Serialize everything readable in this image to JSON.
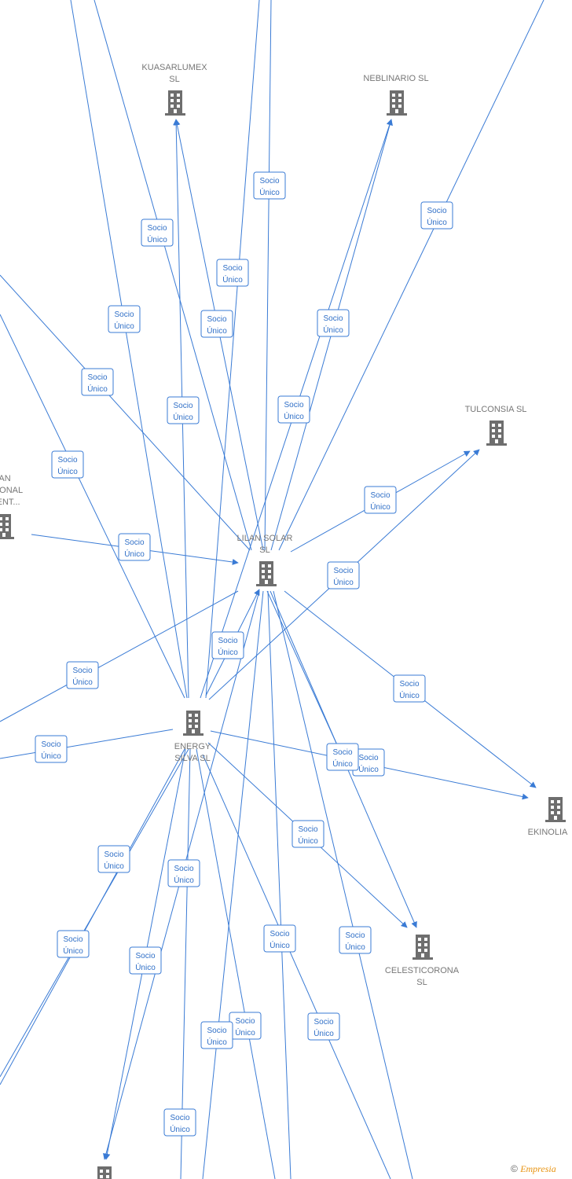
{
  "nodes": [
    {
      "id": "lilan",
      "label": [
        "LILAN SOLAR",
        "SL"
      ]
    },
    {
      "id": "energy",
      "label": [
        "ENERGY",
        "SILVA SL"
      ]
    },
    {
      "id": "kuasar",
      "label": [
        "KUASARLUMEX",
        "SL"
      ]
    },
    {
      "id": "neblin",
      "label": [
        "NEBLINARIO SL"
      ]
    },
    {
      "id": "tulcon",
      "label": [
        "TULCONSIA SL"
      ]
    },
    {
      "id": "ekinolia",
      "label": [
        "EKINOLIA"
      ]
    },
    {
      "id": "celesti",
      "label": [
        "CELESTICORONA",
        "SL"
      ]
    },
    {
      "id": "lilanintl",
      "label": [
        "AN",
        "ATIONAL",
        "MENT..."
      ]
    },
    {
      "id": "bottom",
      "label": []
    }
  ],
  "edge_label": [
    "Socio",
    "Único"
  ],
  "edge_count": 33,
  "copyright": {
    "symbol": "©",
    "brand": "Empresia"
  }
}
